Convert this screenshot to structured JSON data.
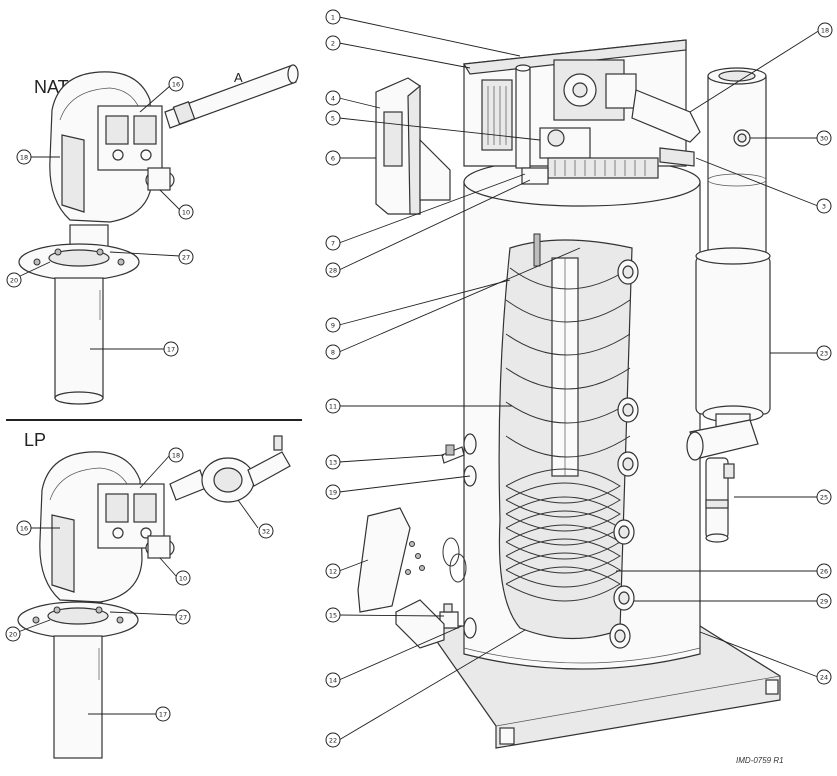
{
  "sections": {
    "nat": "NAT",
    "lp": "LP"
  },
  "doc_code": "IMD-0759 R1",
  "callouts": {
    "nat_letter": "A",
    "nat_16": "16",
    "nat_18": "18",
    "nat_10": "10",
    "nat_27": "27",
    "nat_20": "20",
    "nat_17": "17",
    "lp_18": "18",
    "lp_16": "16",
    "lp_32": "32",
    "lp_10": "10",
    "lp_27": "27",
    "lp_20": "20",
    "lp_17": "17",
    "c1": "1",
    "c2": "2",
    "c4": "4",
    "c5": "5",
    "c6": "6",
    "c7": "7",
    "c28": "28",
    "c9": "9",
    "c8": "8",
    "c11": "11",
    "c13": "13",
    "c19": "19",
    "c12": "12",
    "c15": "15",
    "c14": "14",
    "c22": "22",
    "c18": "18",
    "c30": "30",
    "c3": "3",
    "c23": "23",
    "c25": "25",
    "c26": "26",
    "c29": "29",
    "c24": "24"
  },
  "colors": {
    "line": "#333333",
    "fill": "#fafafa",
    "shade": "#e9e9e9"
  }
}
